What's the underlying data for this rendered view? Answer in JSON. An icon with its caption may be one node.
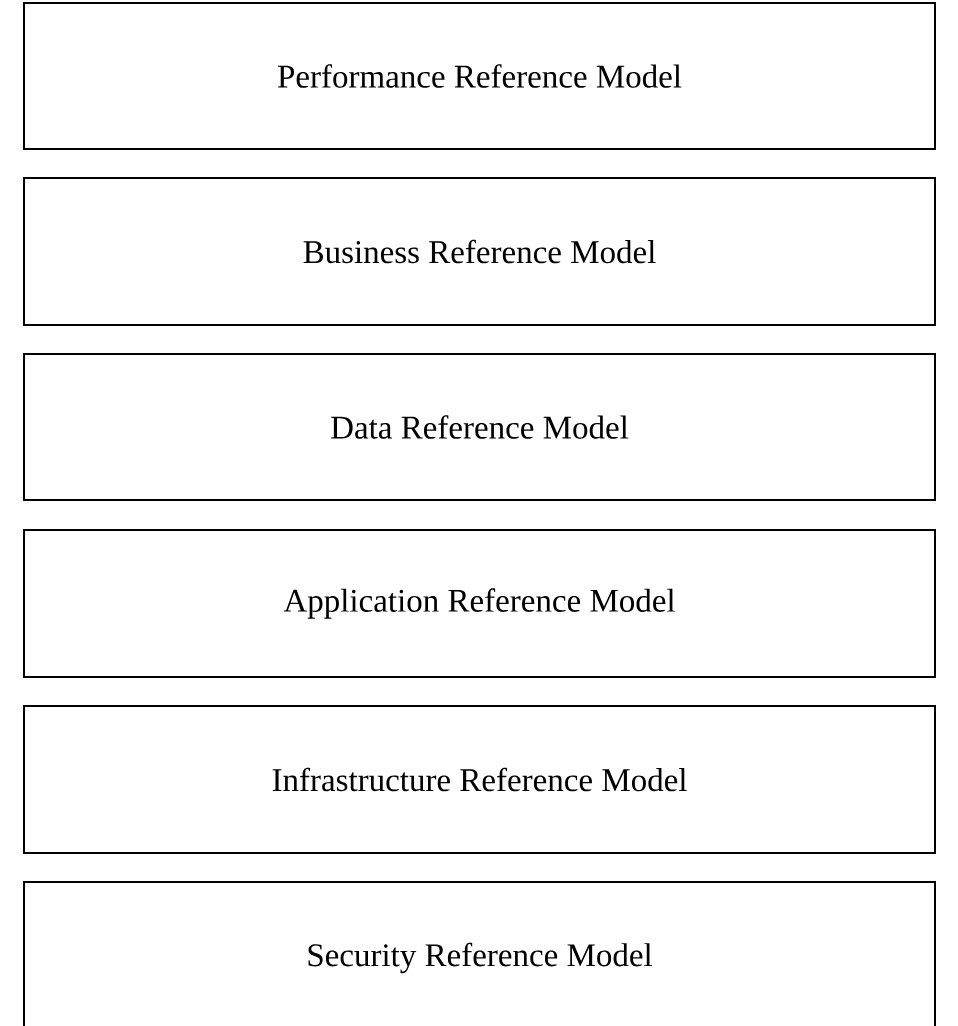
{
  "diagram": {
    "nodes": [
      {
        "text": [
          "Performance Reference Model"
        ]
      },
      {
        "text": [
          "Business Reference Model"
        ]
      },
      {
        "text": [
          "Data Reference Model"
        ]
      },
      {
        "text": [
          "Application Reference Model"
        ]
      },
      {
        "text": [
          "Infrastructure Reference Model"
        ]
      },
      {
        "text": [
          "Security Reference Model"
        ]
      }
    ]
  }
}
